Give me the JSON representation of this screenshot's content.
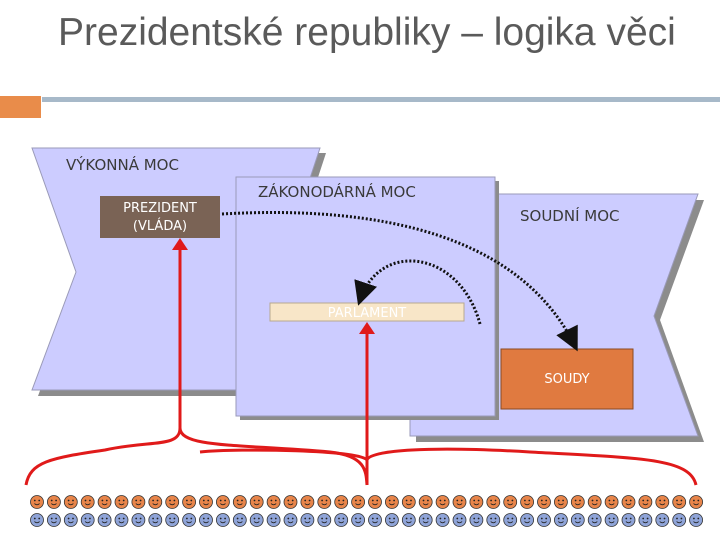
{
  "slide": {
    "title": "Prezidentské republiky – logika věci"
  },
  "diagram": {
    "executive_label": "VÝKONNÁ MOC",
    "president_label_line1": "PREZIDENT",
    "president_label_line2": "(VLÁDA)",
    "legislative_label": "ZÁKONODÁRNÁ MOC",
    "parliament_label": "PARLAMENT",
    "judicial_label": "SOUDNÍ MOC",
    "courts_label": "SOUDY"
  },
  "colors": {
    "title_text": "#5a5a5a",
    "title_rule": "#a7b9c9",
    "title_accent": "#e98c4a",
    "panel_fill": "#ccccff",
    "panel_shadow": "#8c8c8c",
    "president_box": "#7a6355",
    "parliament_box": "#f8e6c8",
    "courts_box": "#e07a40",
    "red_lines": "#e01a1a",
    "dotted_arrows": "#111111",
    "citizen_top": "#e8854a",
    "citizen_bottom": "#8fa4d8"
  },
  "icons": {
    "citizens": "smiley-face-icon"
  }
}
